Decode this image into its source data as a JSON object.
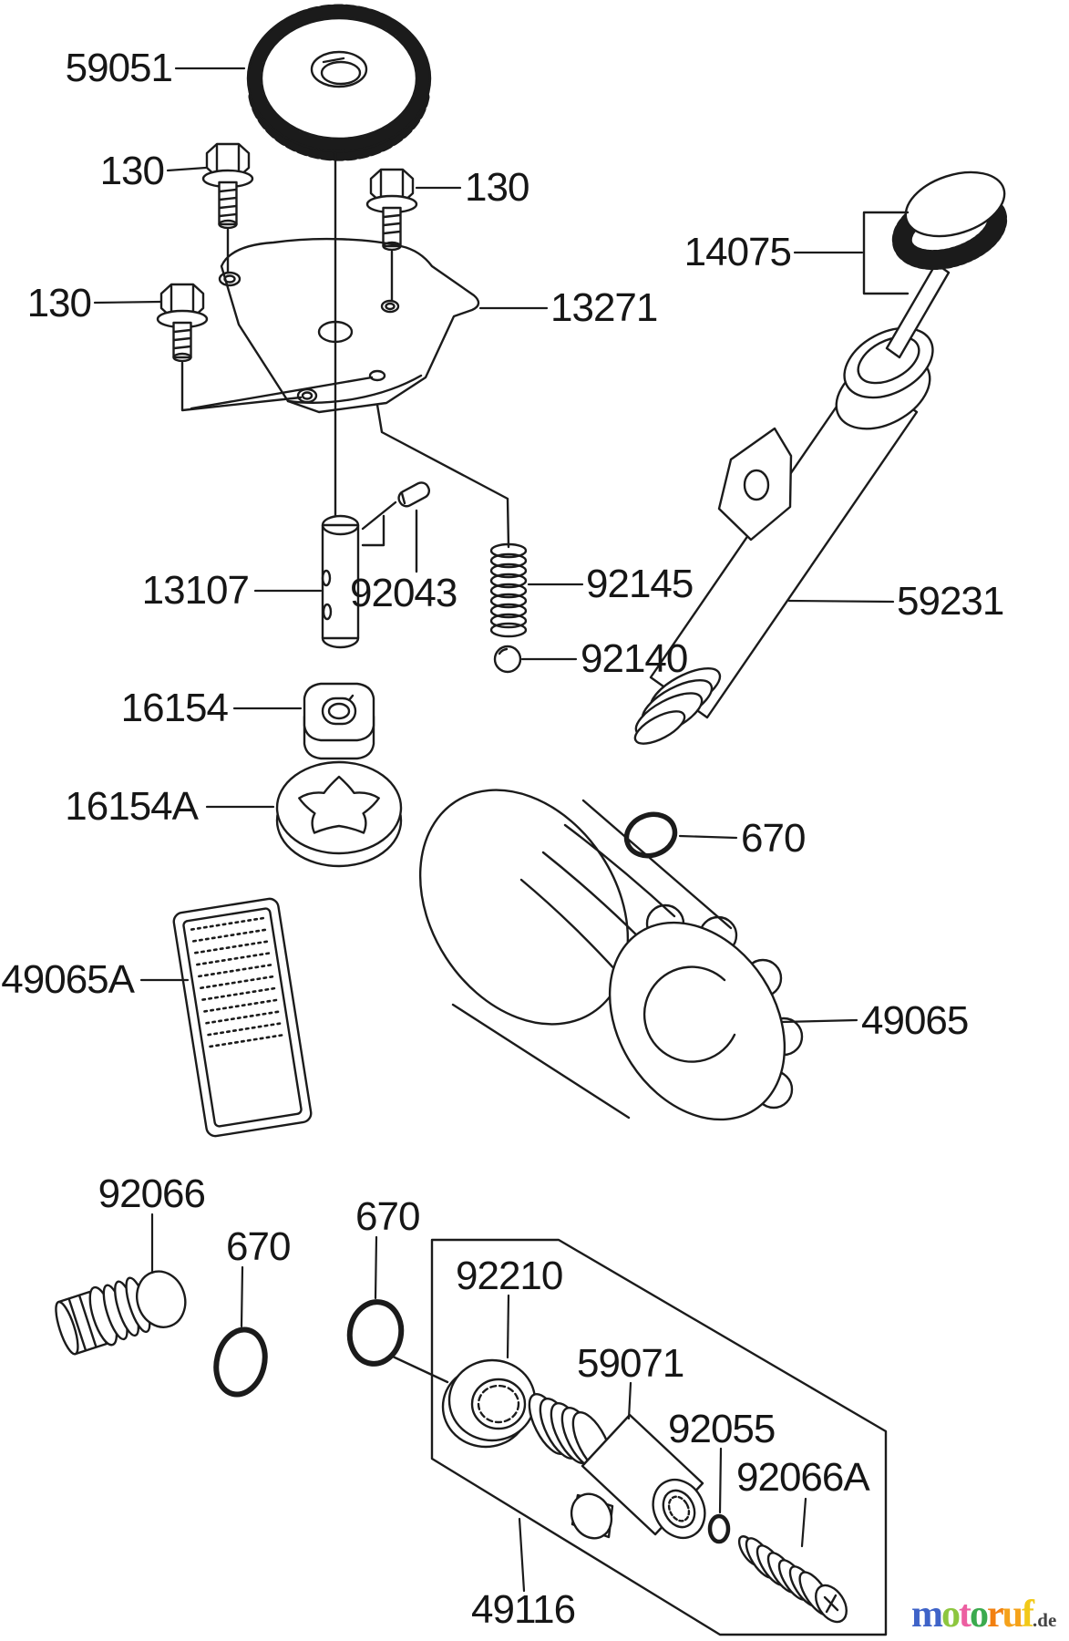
{
  "labels": [
    {
      "id": "59051",
      "text": "59051"
    },
    {
      "id": "130-top",
      "text": "130"
    },
    {
      "id": "130-right",
      "text": "130"
    },
    {
      "id": "13271",
      "text": "13271"
    },
    {
      "id": "130-left",
      "text": "130"
    },
    {
      "id": "14075",
      "text": "14075"
    },
    {
      "id": "13107",
      "text": "13107"
    },
    {
      "id": "92043",
      "text": "92043"
    },
    {
      "id": "92145",
      "text": "92145"
    },
    {
      "id": "92140",
      "text": "92140"
    },
    {
      "id": "16154",
      "text": "16154"
    },
    {
      "id": "16154A",
      "text": "16154A"
    },
    {
      "id": "59231",
      "text": "59231"
    },
    {
      "id": "670-dipstick-tube",
      "text": "670"
    },
    {
      "id": "49065A",
      "text": "49065A"
    },
    {
      "id": "49065",
      "text": "49065"
    },
    {
      "id": "92066",
      "text": "92066"
    },
    {
      "id": "670-left",
      "text": "670"
    },
    {
      "id": "670-mid",
      "text": "670"
    },
    {
      "id": "92210",
      "text": "92210"
    },
    {
      "id": "59071",
      "text": "59071"
    },
    {
      "id": "92055",
      "text": "92055"
    },
    {
      "id": "92066A",
      "text": "92066A"
    },
    {
      "id": "49116",
      "text": "49116"
    }
  ],
  "watermark": {
    "letters": [
      {
        "ch": "m",
        "color": "#3f63c8"
      },
      {
        "ch": "o",
        "color": "#8dc63f"
      },
      {
        "ch": "t",
        "color": "#ec5fa1"
      },
      {
        "ch": "o",
        "color": "#3baa4e"
      },
      {
        "ch": "r",
        "color": "#f28011"
      },
      {
        "ch": "u",
        "color": "#f5a21b"
      },
      {
        "ch": "f",
        "color": "#f2c918"
      }
    ],
    "suffix": ".de"
  }
}
